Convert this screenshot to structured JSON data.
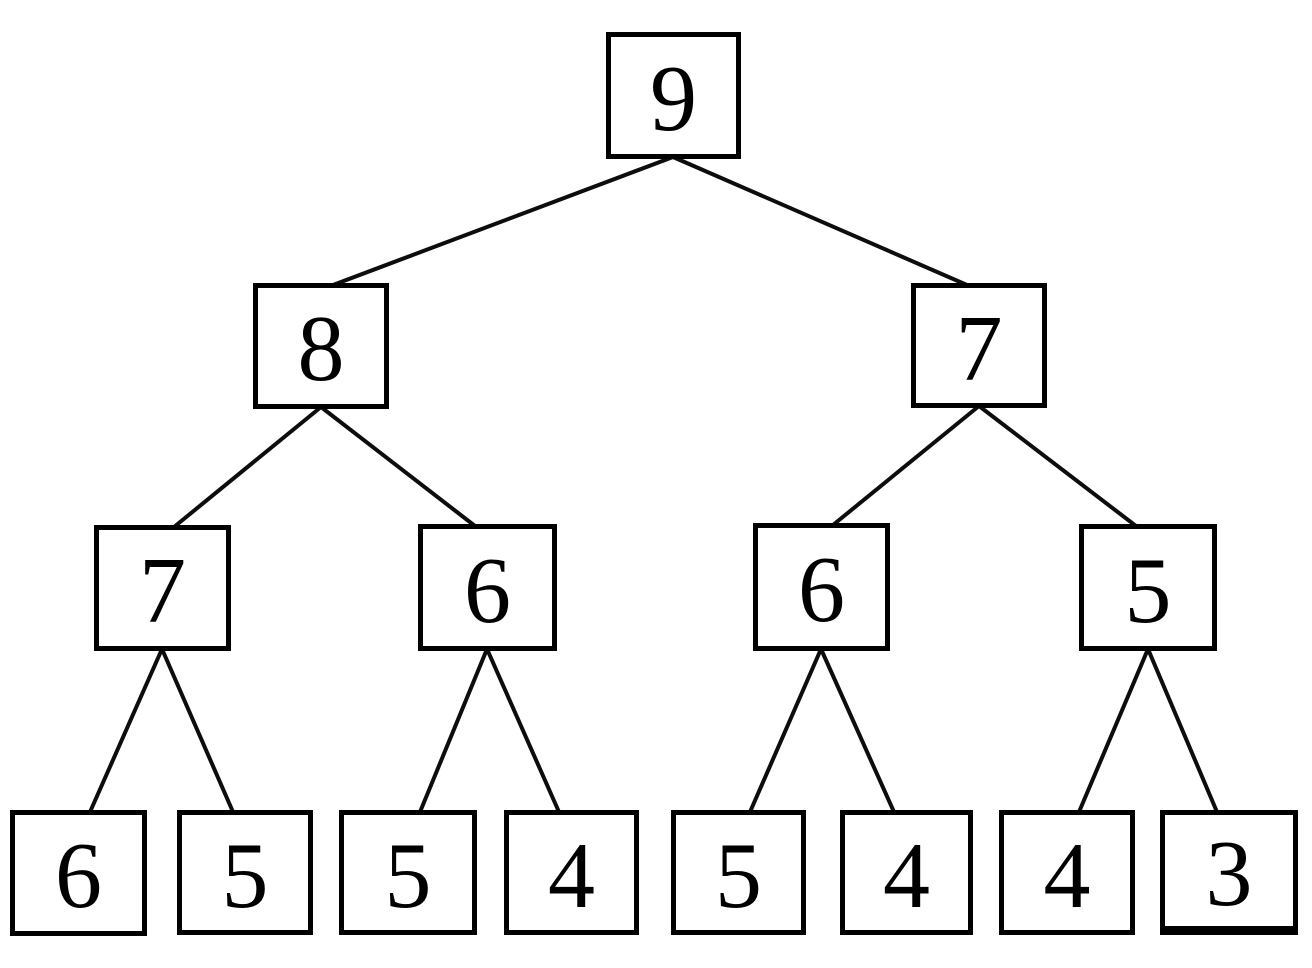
{
  "diagram": {
    "type": "binary-tree",
    "background": "#ffffff",
    "colors": {
      "box_border": "#000000",
      "box_fill": "#ffffff",
      "digit": "#000000",
      "edge": "#0d0d0d"
    },
    "nodes": [
      {
        "id": "root",
        "value": "9",
        "parent": null,
        "level": 0
      },
      {
        "id": "l",
        "value": "8",
        "parent": "root",
        "level": 1
      },
      {
        "id": "r",
        "value": "7",
        "parent": "root",
        "level": 1
      },
      {
        "id": "ll",
        "value": "7",
        "parent": "l",
        "level": 2
      },
      {
        "id": "lr",
        "value": "6",
        "parent": "l",
        "level": 2
      },
      {
        "id": "rl",
        "value": "6",
        "parent": "r",
        "level": 2
      },
      {
        "id": "rr",
        "value": "5",
        "parent": "r",
        "level": 2
      },
      {
        "id": "lll",
        "value": "6",
        "parent": "ll",
        "level": 3
      },
      {
        "id": "llr",
        "value": "5",
        "parent": "ll",
        "level": 3
      },
      {
        "id": "lrl",
        "value": "5",
        "parent": "lr",
        "level": 3
      },
      {
        "id": "lrr",
        "value": "4",
        "parent": "lr",
        "level": 3
      },
      {
        "id": "rll",
        "value": "5",
        "parent": "rl",
        "level": 3
      },
      {
        "id": "rlr",
        "value": "4",
        "parent": "rl",
        "level": 3
      },
      {
        "id": "rrl",
        "value": "4",
        "parent": "rr",
        "level": 3
      },
      {
        "id": "rrr",
        "value": "3",
        "parent": "rr",
        "level": 3
      }
    ],
    "levels": [
      [
        "9"
      ],
      [
        "8",
        "7"
      ],
      [
        "7",
        "6",
        "6",
        "5"
      ],
      [
        "6",
        "5",
        "5",
        "4",
        "5",
        "4",
        "4",
        "3"
      ]
    ]
  }
}
